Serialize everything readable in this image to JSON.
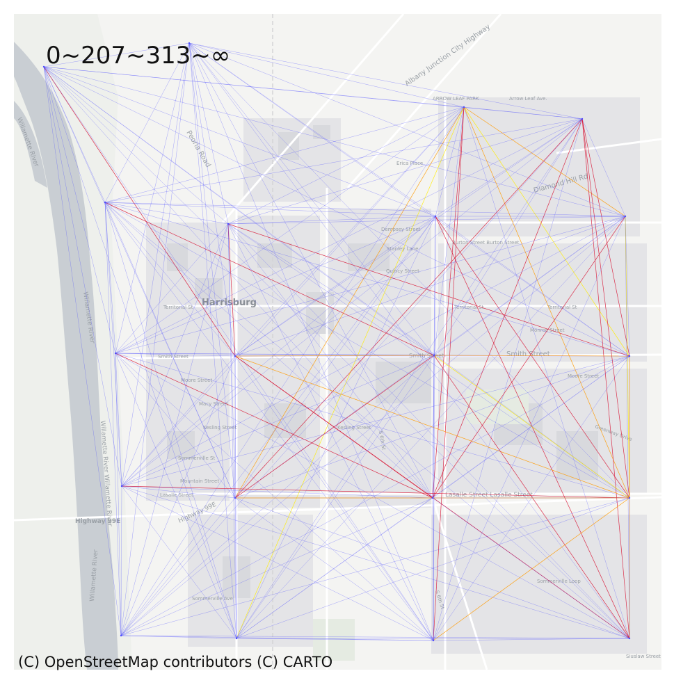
{
  "title": "0~207~313~∞",
  "attribution": "(C) OpenStreetMap contributors (C) CARTO",
  "colors": {
    "band_low": "#4b4bff",
    "band_mid": "#d81b3a",
    "band_mid2": "#ff9a00",
    "band_high": "#ffee00",
    "river": "#c9ced3",
    "land": "#f4f4f2",
    "block": "#e3e3e6",
    "park": "#e7ece4"
  },
  "labels": [
    {
      "id": "river-1",
      "text": "Willamette River"
    },
    {
      "id": "river-2",
      "text": "Willamette River"
    },
    {
      "id": "river-3",
      "text": "Willamette River Willamette River"
    },
    {
      "id": "river-4",
      "text": "Willamette River"
    },
    {
      "id": "city",
      "text": "Harrisburg"
    },
    {
      "id": "peoria",
      "text": "Peoria Road"
    },
    {
      "id": "albany",
      "text": "Albany Junction City Highway"
    },
    {
      "id": "arrowleafpark",
      "text": "ARROW LEAF PARK"
    },
    {
      "id": "arrowleafave",
      "text": "Arrow Leaf Ave."
    },
    {
      "id": "erica",
      "text": "Erica Place"
    },
    {
      "id": "diamondhill",
      "text": "Diamond Hill Rd"
    },
    {
      "id": "dempsey",
      "text": "Dempsey Street"
    },
    {
      "id": "stanley",
      "text": "Stanley Lane"
    },
    {
      "id": "quincy",
      "text": "Quincy Street"
    },
    {
      "id": "burton",
      "text": "Burton Street Burton Street"
    },
    {
      "id": "territorial-w",
      "text": "Territorial St"
    },
    {
      "id": "territorial-e",
      "text": "Territorial St"
    },
    {
      "id": "territorial-e2",
      "text": "Territorial St"
    },
    {
      "id": "monroe",
      "text": "Monroe Street"
    },
    {
      "id": "smith-w",
      "text": "Smith Street"
    },
    {
      "id": "smith-mid",
      "text": "Smith Street"
    },
    {
      "id": "smith-e",
      "text": "Smith Street"
    },
    {
      "id": "moore-w",
      "text": "Moore Street"
    },
    {
      "id": "moore-e",
      "text": "Moore Street"
    },
    {
      "id": "macy",
      "text": "Macy Street"
    },
    {
      "id": "kesling-w",
      "text": "Kesling Street"
    },
    {
      "id": "kesling-e",
      "text": "Kesling Street"
    },
    {
      "id": "sommerville-st",
      "text": "Sommerville St"
    },
    {
      "id": "mountain",
      "text": "Mountain Street"
    },
    {
      "id": "lasalle-w",
      "text": "Lasalle Street"
    },
    {
      "id": "lasalle-e",
      "text": "Lasalle Street Lasalle Street"
    },
    {
      "id": "highway99e",
      "text": "Highway 99E"
    },
    {
      "id": "highway99e-2",
      "text": "Highway 99E"
    },
    {
      "id": "greenway",
      "text": "Greenway Drive"
    },
    {
      "id": "sommerville-loop",
      "text": "Sommerville Loop"
    },
    {
      "id": "sommerville-ave",
      "text": "Sommerville Ave"
    },
    {
      "id": "sixth-st",
      "text": "S 6th St"
    },
    {
      "id": "sixth-st-2",
      "text": "S 6th St"
    },
    {
      "id": "sisslaw",
      "text": "Siuslaw Street"
    }
  ],
  "network": {
    "bands": [
      "0~207",
      "207~313",
      "313~∞"
    ],
    "node_count": 20
  }
}
